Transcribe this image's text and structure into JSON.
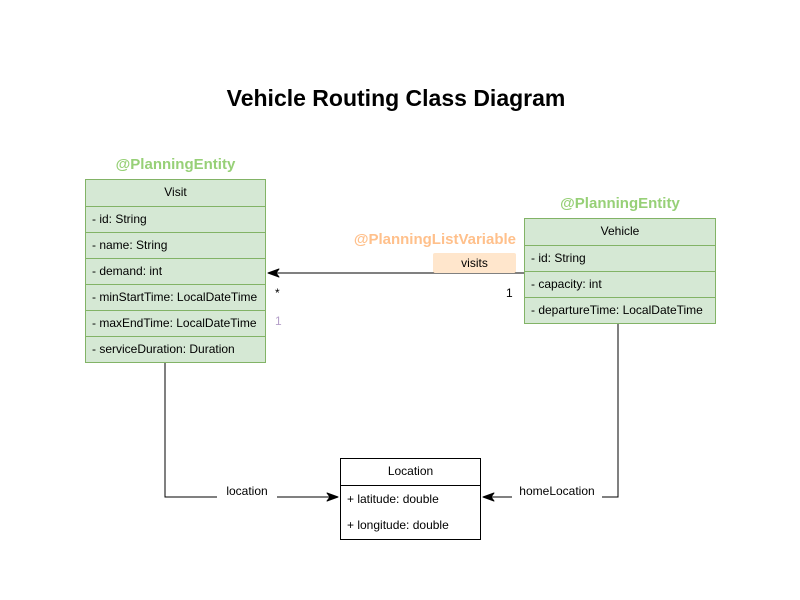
{
  "title": "Vehicle Routing Class Diagram",
  "colors": {
    "entity-fill": "#d5e8d4",
    "entity-stroke": "#82b366",
    "annotation-green": "#97d077",
    "annotation-orange": "#ffc08b",
    "edge-label-fill": "#ffe6cc",
    "plain-fill": "#ffffff",
    "plain-stroke": "#000000",
    "line-color": "#000000",
    "mult-alt-color": "#b5a0c9",
    "text-color": "#000000"
  },
  "classes": {
    "visit": {
      "annotation": "@PlanningEntity",
      "name": "Visit",
      "attributes": [
        "- id: String",
        "- name: String",
        "- demand: int",
        "- minStartTime: LocalDateTime",
        "- maxEndTime: LocalDateTime",
        "- serviceDuration: Duration"
      ]
    },
    "vehicle": {
      "annotation": "@PlanningEntity",
      "name": "Vehicle",
      "attributes": [
        "- id: String",
        "- capacity: int",
        "- departureTime: LocalDateTime"
      ]
    },
    "location": {
      "name": "Location",
      "attributes": [
        "+ latitude: double",
        "+ longitude: double"
      ]
    }
  },
  "relationships": {
    "visits": {
      "annotation": "@PlanningListVariable",
      "label": "visits",
      "multiplicity_visit_end": "*",
      "multiplicity_vehicle_end": "1",
      "multiplicity_alt": "1"
    },
    "location_edge": {
      "label": "location"
    },
    "home_location_edge": {
      "label": "homeLocation"
    }
  }
}
